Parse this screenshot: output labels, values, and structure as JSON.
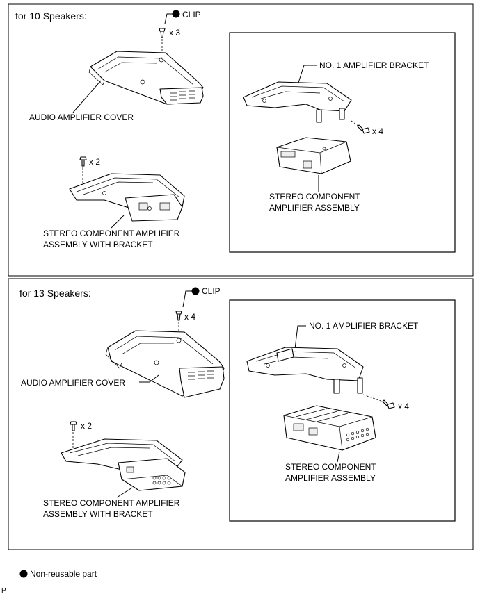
{
  "panels": [
    {
      "header": "for 10 Speakers:",
      "clip_label": "CLIP",
      "clip_qty": "x 3",
      "cover_label": "AUDIO AMPLIFIER COVER",
      "bolt_qty_left": "x 2",
      "assembly_label_line1": "STEREO COMPONENT AMPLIFIER",
      "assembly_label_line2": "ASSEMBLY WITH BRACKET",
      "bracket_label": "NO. 1 AMPLIFIER BRACKET",
      "bolt_qty_right": "x 4",
      "amp_label_line1": "STEREO COMPONENT",
      "amp_label_line2": "AMPLIFIER ASSEMBLY"
    },
    {
      "header": "for 13 Speakers:",
      "clip_label": "CLIP",
      "clip_qty": "x 4",
      "cover_label": "AUDIO AMPLIFIER COVER",
      "bolt_qty_left": "x 2",
      "assembly_label_line1": "STEREO COMPONENT AMPLIFIER",
      "assembly_label_line2": "ASSEMBLY WITH BRACKET",
      "bracket_label": "NO. 1 AMPLIFIER BRACKET",
      "bolt_qty_right": "x 4",
      "amp_label_line1": "STEREO COMPONENT",
      "amp_label_line2": "AMPLIFIER ASSEMBLY"
    }
  ],
  "legend": {
    "text": "Non-reusable part"
  },
  "corner_mark": "P"
}
